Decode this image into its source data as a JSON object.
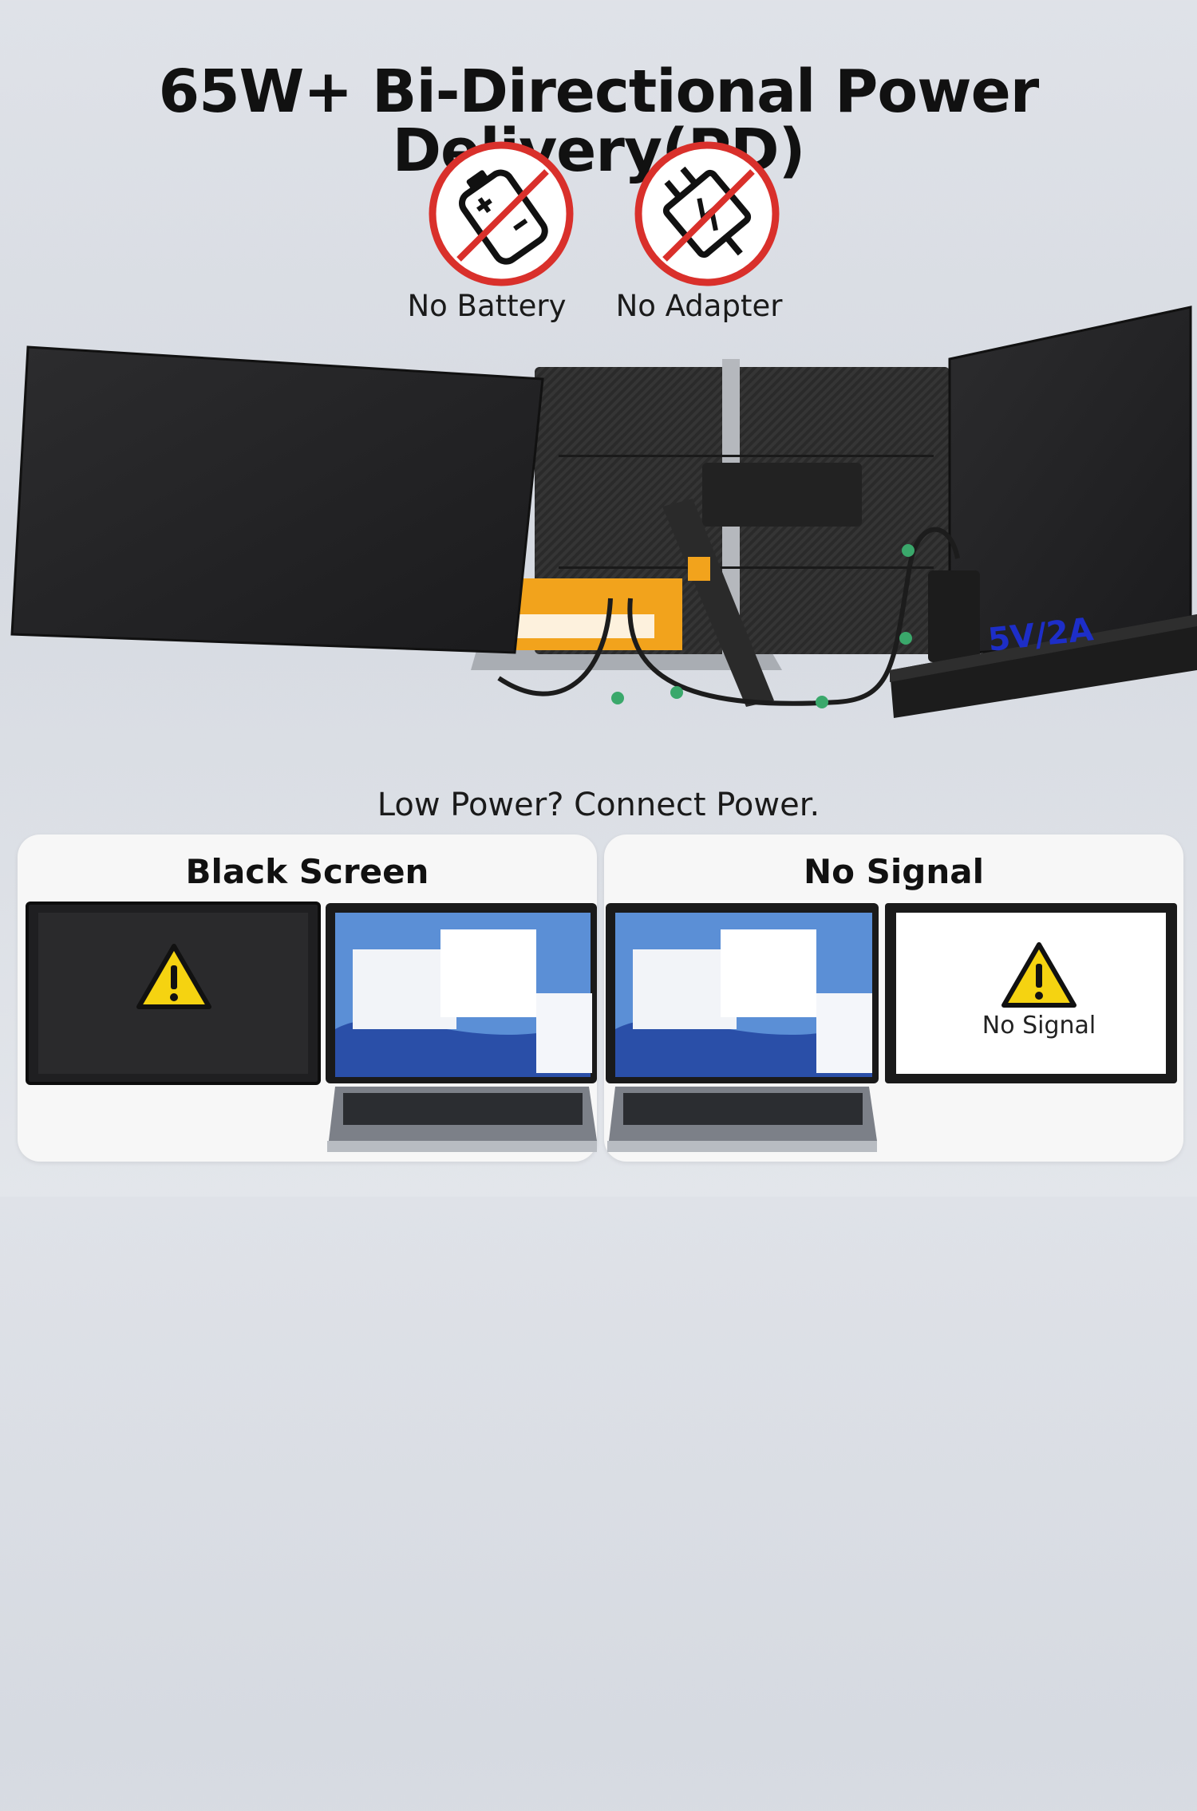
{
  "headline": "65W+ Bi-Directional Power Delivery(PD)",
  "badges": [
    {
      "label": "No Battery",
      "icon": "battery-crossed-icon"
    },
    {
      "label": "No Adapter",
      "icon": "adapter-crossed-icon"
    }
  ],
  "voltage_label": "5V/2A",
  "power_note": "Low Power? Connect Power.",
  "cards": {
    "left_title": "Black Screen",
    "right_title": "No Signal",
    "screen_message": "No Signal"
  },
  "colors": {
    "prohibit_red": "#d9302b",
    "cable_arrow_green": "#3aa86b",
    "voltage_blue": "#1d2ec8",
    "warning_yellow": "#f5d311"
  }
}
